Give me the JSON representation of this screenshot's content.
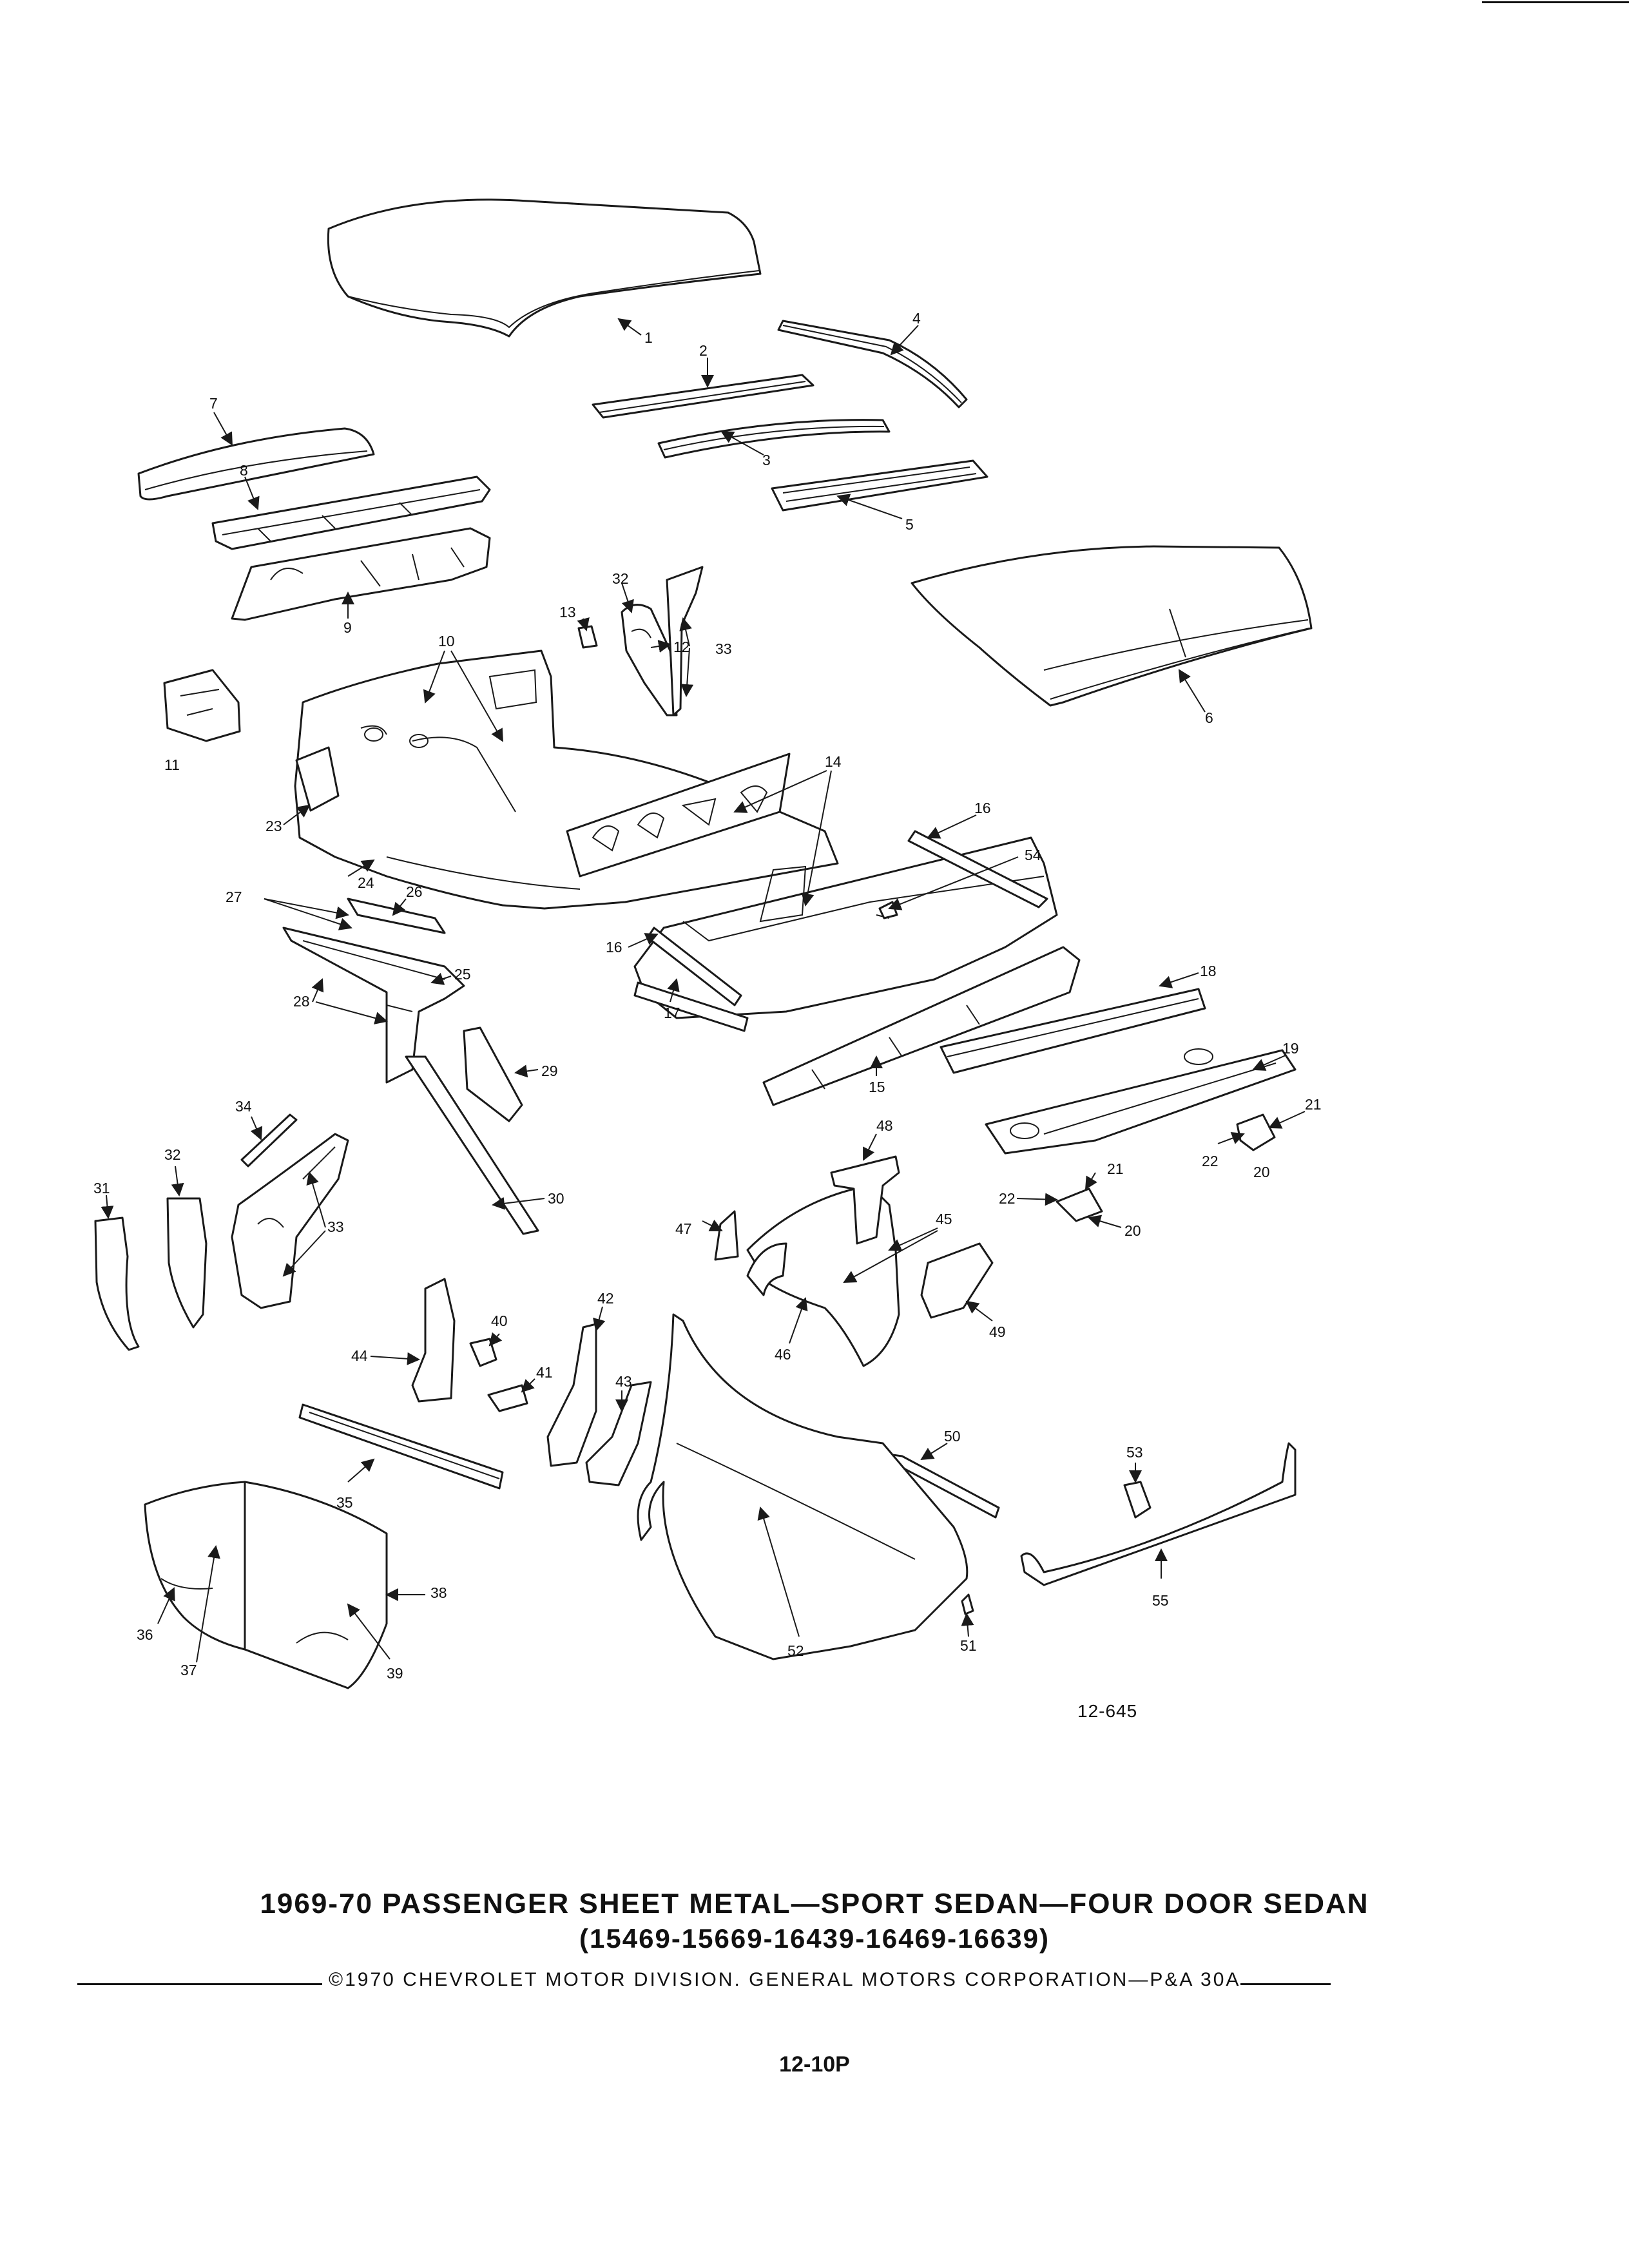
{
  "document": {
    "title_line1": "1969-70 PASSENGER SHEET METAL—SPORT SEDAN—FOUR DOOR SEDAN",
    "title_line2": "(15469-15669-16439-16469-16639)",
    "copyright": "©1970 CHEVROLET MOTOR DIVISION. GENERAL MOTORS CORPORATION—P&A 30A",
    "page_number": "12-10P",
    "figure_ref": "12-645"
  },
  "diagram": {
    "callouts": [
      "1",
      "2",
      "3",
      "4",
      "5",
      "6",
      "7",
      "8",
      "9",
      "10",
      "11",
      "12",
      "13",
      "14",
      "15",
      "16",
      "16",
      "17",
      "18",
      "19",
      "20",
      "20",
      "21",
      "21",
      "22",
      "22",
      "23",
      "24",
      "25",
      "26",
      "27",
      "28",
      "29",
      "30",
      "31",
      "32",
      "32",
      "33",
      "33",
      "34",
      "35",
      "36",
      "37",
      "38",
      "39",
      "40",
      "41",
      "42",
      "43",
      "44",
      "45",
      "46",
      "47",
      "48",
      "49",
      "50",
      "51",
      "52",
      "53",
      "54",
      "55"
    ]
  }
}
